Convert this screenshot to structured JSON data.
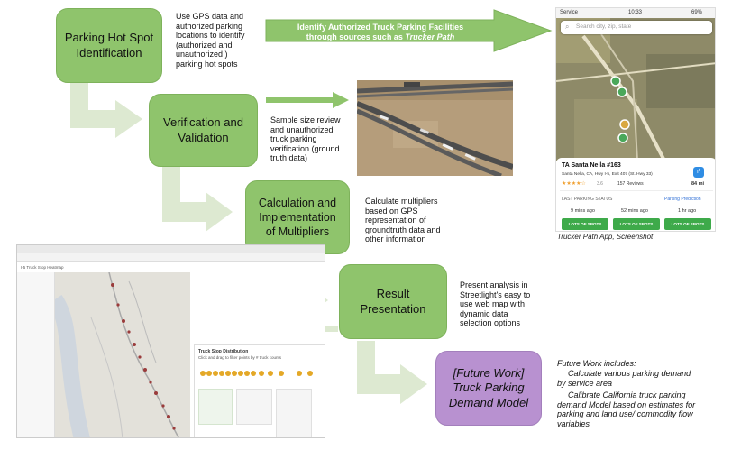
{
  "steps": {
    "hotspot": "Parking Hot Spot Identification",
    "verification": "Verification and Validation",
    "calculation": "Calculation and Implementation of Multipliers",
    "result": "Result Presentation",
    "future": "[Future Work] Truck Parking Demand Model"
  },
  "notes": {
    "hotspot": "Use GPS data and\nauthorized parking\nlocations to identify\n(authorized and\nunauthorized )\nparking hot spots",
    "verification": "Sample size review\nand unauthorized\ntruck parking\nverification (ground\ntruth data)",
    "calculation": "Calculate multipliers\nbased on GPS\nrepresentation of\ngroundtruth data and\nother information",
    "result": "Present analysis in\nStreetlight's easy to\nuse web map with\ndynamic data\nselection options",
    "future_title": "Future Work includes:",
    "future_item1": "Calculate various parking demand\nby service area",
    "future_item2": "Calibrate California truck parking\ndemand Model based on estimates for\nparking and land use/ commodity flow\nvariables"
  },
  "banner": {
    "line1": "Identify Authorized Truck Parking Facilities",
    "line2_prefix": "through sources such as ",
    "line2_emph": "Trucker Path"
  },
  "phone": {
    "caption": "Trucker Path App, Screenshot",
    "carrier": "Service",
    "time": "10:33",
    "battery": "69%",
    "search_placeholder": "Search city, zip, state",
    "place_title": "TA Santa Nella #163",
    "place_address": "Santa Nella, CA, Hwy I-5, Exit 407 (St. Hwy 33)",
    "rating": "3.6",
    "reviews": "157 Reviews",
    "distance": "84 mi",
    "status_label": "LAST PARKING STATUS",
    "prediction_label": "Parking Prediction",
    "times": [
      "9 mins ago",
      "52 mins ago",
      "1 hr ago"
    ],
    "lots_label": "LOTS OF SPOTS"
  },
  "webmap": {
    "panel_title": "I-5 Truck Stop Heatmap",
    "chart_title": "Truck Stop Distribution",
    "chart_subtitle": "Click and drag to filter points by # truck counts"
  },
  "colors": {
    "step_green": "#8fc46c",
    "step_purple": "#b891d0",
    "arrow_fill": "#dfeed6",
    "banner_fill": "#8fc46c"
  }
}
